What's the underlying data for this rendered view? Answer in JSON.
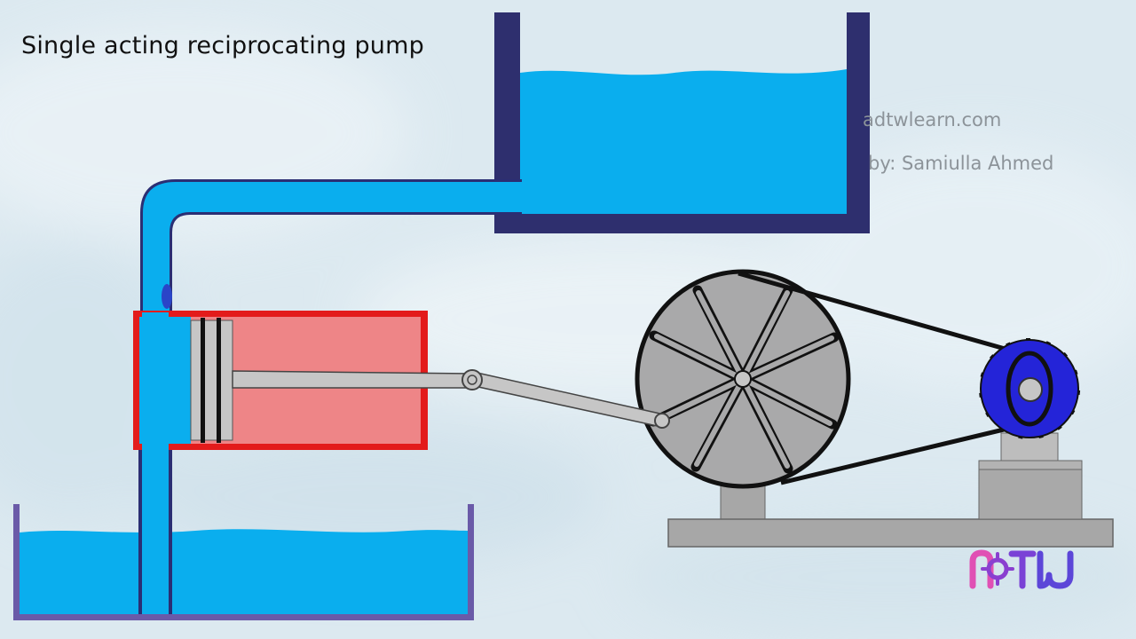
{
  "title": "Single acting reciprocating pump",
  "watermark": {
    "line1": "adtwlearn.com",
    "line2": "by: Samiulla Ahmed"
  },
  "logo_text": "ADTW",
  "colors": {
    "background": "#dce9f0",
    "water": "#0aaeee",
    "upper_tank_wall": "#2e2f6e",
    "sump_wall": "#6a5aa8",
    "pipe_outline": "#2b2e73",
    "cylinder_wall": "#e31b1b",
    "cylinder_fill": "#ee8587",
    "rod_grey": "#c6c6c6",
    "wheel_grey": "#a9a9aa",
    "motor_pulley": "#2424d8",
    "base_grey": "#a7a7a7"
  }
}
